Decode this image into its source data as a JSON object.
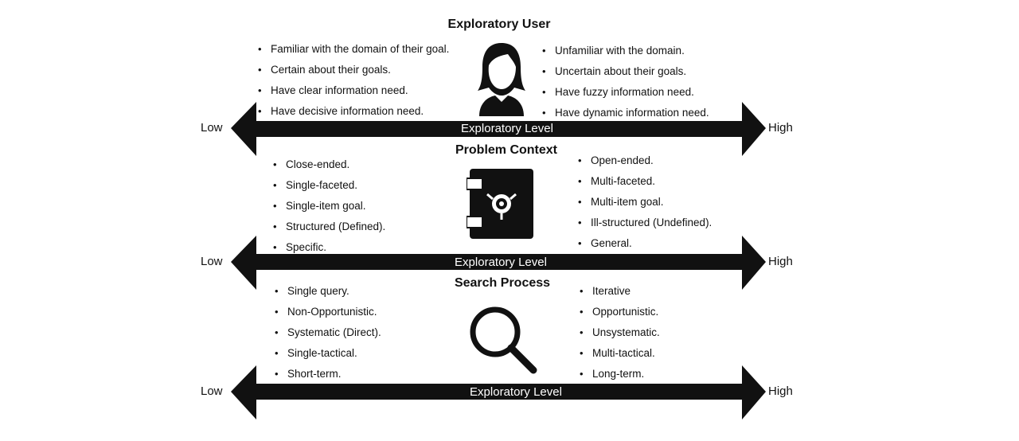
{
  "sections": [
    {
      "title": "Exploratory User",
      "icon": "user-icon",
      "left_items": [
        "Familiar with the domain of their goal.",
        " Certain about their goals.",
        "Have clear information need.",
        "Have decisive information need."
      ],
      "right_items": [
        "Unfamiliar with the domain.",
        "Uncertain about their goals.",
        "Have fuzzy information need.",
        "Have dynamic information need."
      ],
      "axis": {
        "low": "Low",
        "high": "High",
        "label": "Exploratory Level"
      }
    },
    {
      "title": "Problem Context",
      "icon": "safe-icon",
      "left_items": [
        "Close-ended.",
        "Single-faceted.",
        "Single-item goal.",
        "Structured (Defined).",
        "Specific."
      ],
      "right_items": [
        "Open-ended.",
        "Multi-faceted.",
        "Multi-item goal.",
        "Ill-structured (Undefined).",
        "General."
      ],
      "axis": {
        "low": "Low",
        "high": "High",
        "label": "Exploratory Level"
      }
    },
    {
      "title": "Search Process",
      "icon": "magnifier-icon",
      "left_items": [
        "Single query.",
        "Non-Opportunistic.",
        "Systematic (Direct).",
        "Single-tactical.",
        "Short-term."
      ],
      "right_items": [
        "Iterative",
        "Opportunistic.",
        "Unsystematic.",
        "Multi-tactical.",
        "Long-term."
      ],
      "axis": {
        "low": "Low",
        "high": "High",
        "label": "Exploratory Level"
      }
    }
  ]
}
